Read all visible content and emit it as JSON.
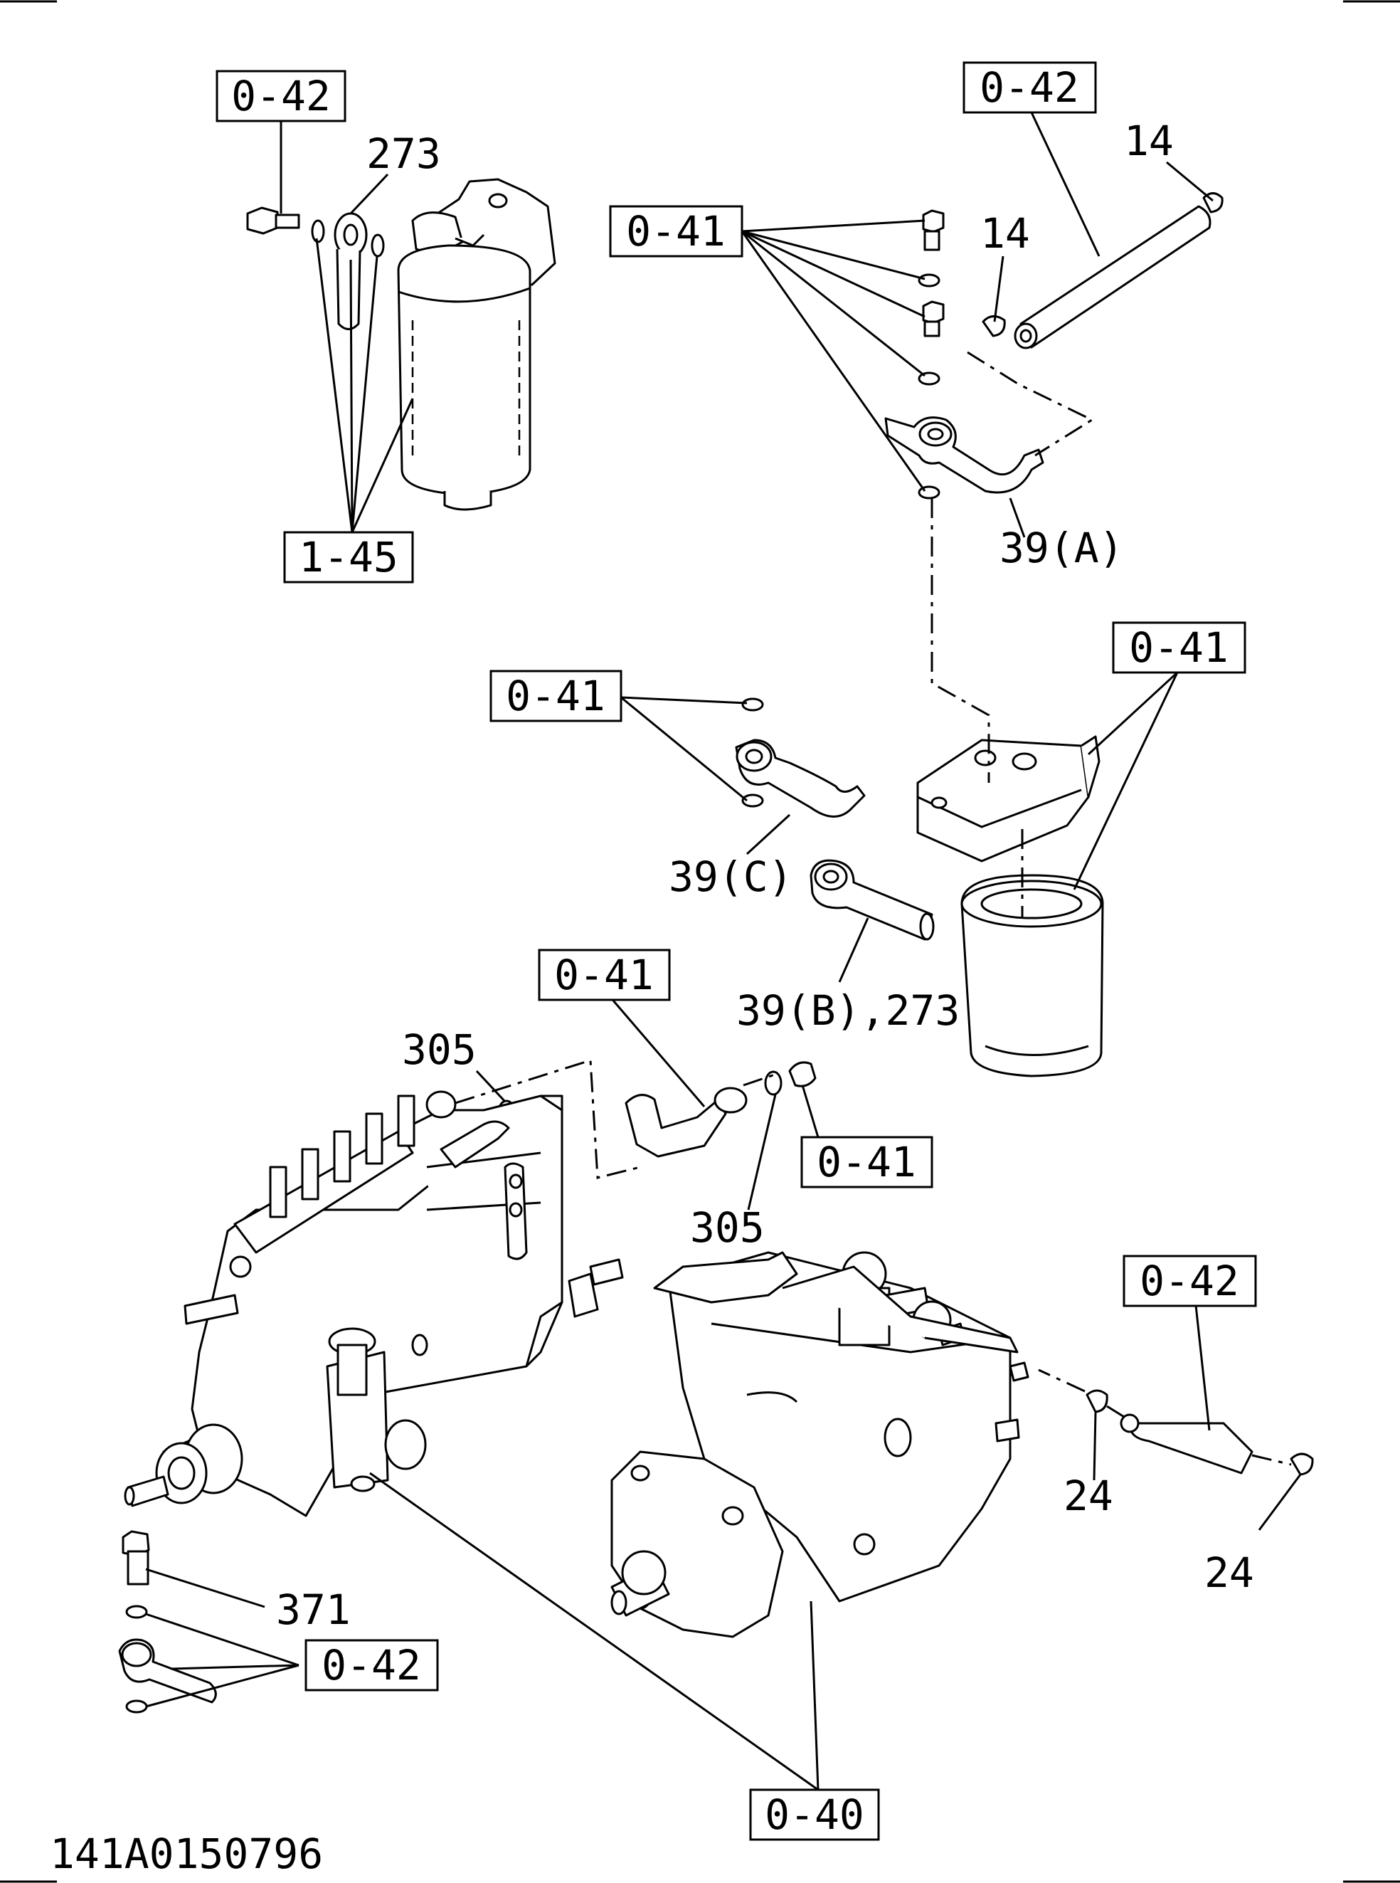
{
  "drawing": {
    "number": "141A0150796"
  },
  "ref_boxes": {
    "r1": "0-42",
    "r2": "0-42",
    "r3": "0-41",
    "r4": "1-45",
    "r5": "0-41",
    "r6": "0-41",
    "r7": "0-41",
    "r8": "0-41",
    "r9": "0-42",
    "r10": "0-42",
    "r11": "0-40"
  },
  "part_numbers": {
    "p273_top": "273",
    "p14_a": "14",
    "p14_b": "14",
    "p39a": "39(A)",
    "p39c": "39(C)",
    "p39b": "39(B),273",
    "p305_a": "305",
    "p305_b": "305",
    "p24_a": "24",
    "p24_b": "24",
    "p371": "371"
  }
}
